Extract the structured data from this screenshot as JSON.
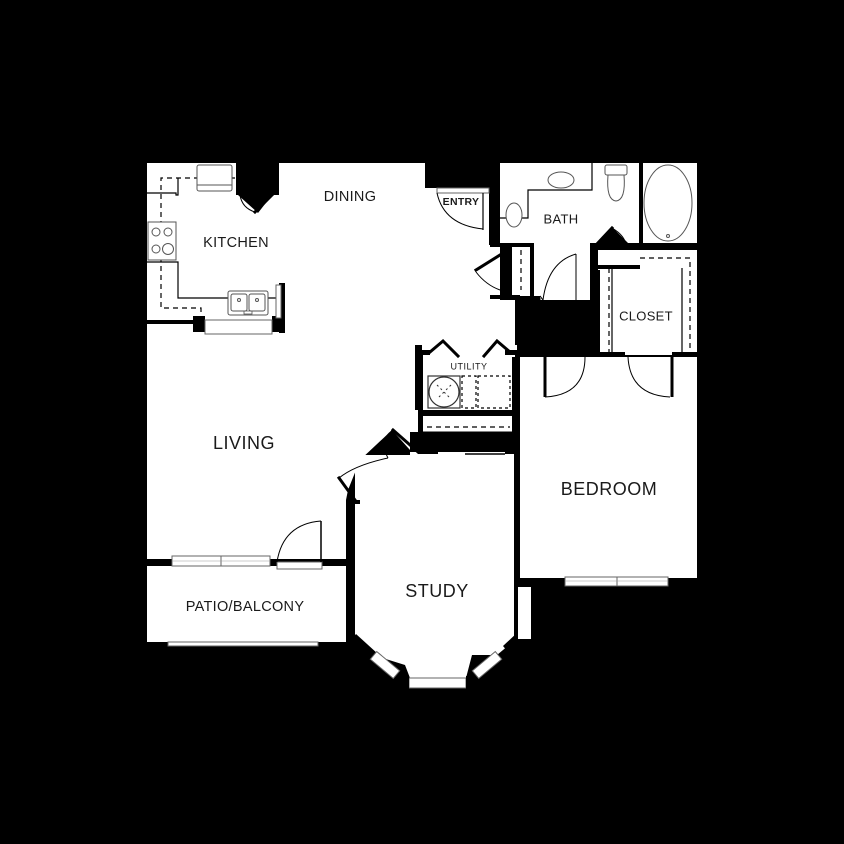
{
  "plan": {
    "background": "#000000",
    "room_fill": "#ffffff",
    "rooms": {
      "kitchen": {
        "label": "KITCHEN"
      },
      "dining": {
        "label": "DINING"
      },
      "entry": {
        "label": "ENTRY"
      },
      "bath": {
        "label": "BATH"
      },
      "closet": {
        "label": "CLOSET"
      },
      "utility": {
        "label": "UTILITY"
      },
      "living": {
        "label": "LIVING"
      },
      "bedroom": {
        "label": "BEDROOM"
      },
      "study": {
        "label": "STUDY"
      },
      "patio": {
        "label": "PATIO/BALCONY"
      }
    }
  }
}
